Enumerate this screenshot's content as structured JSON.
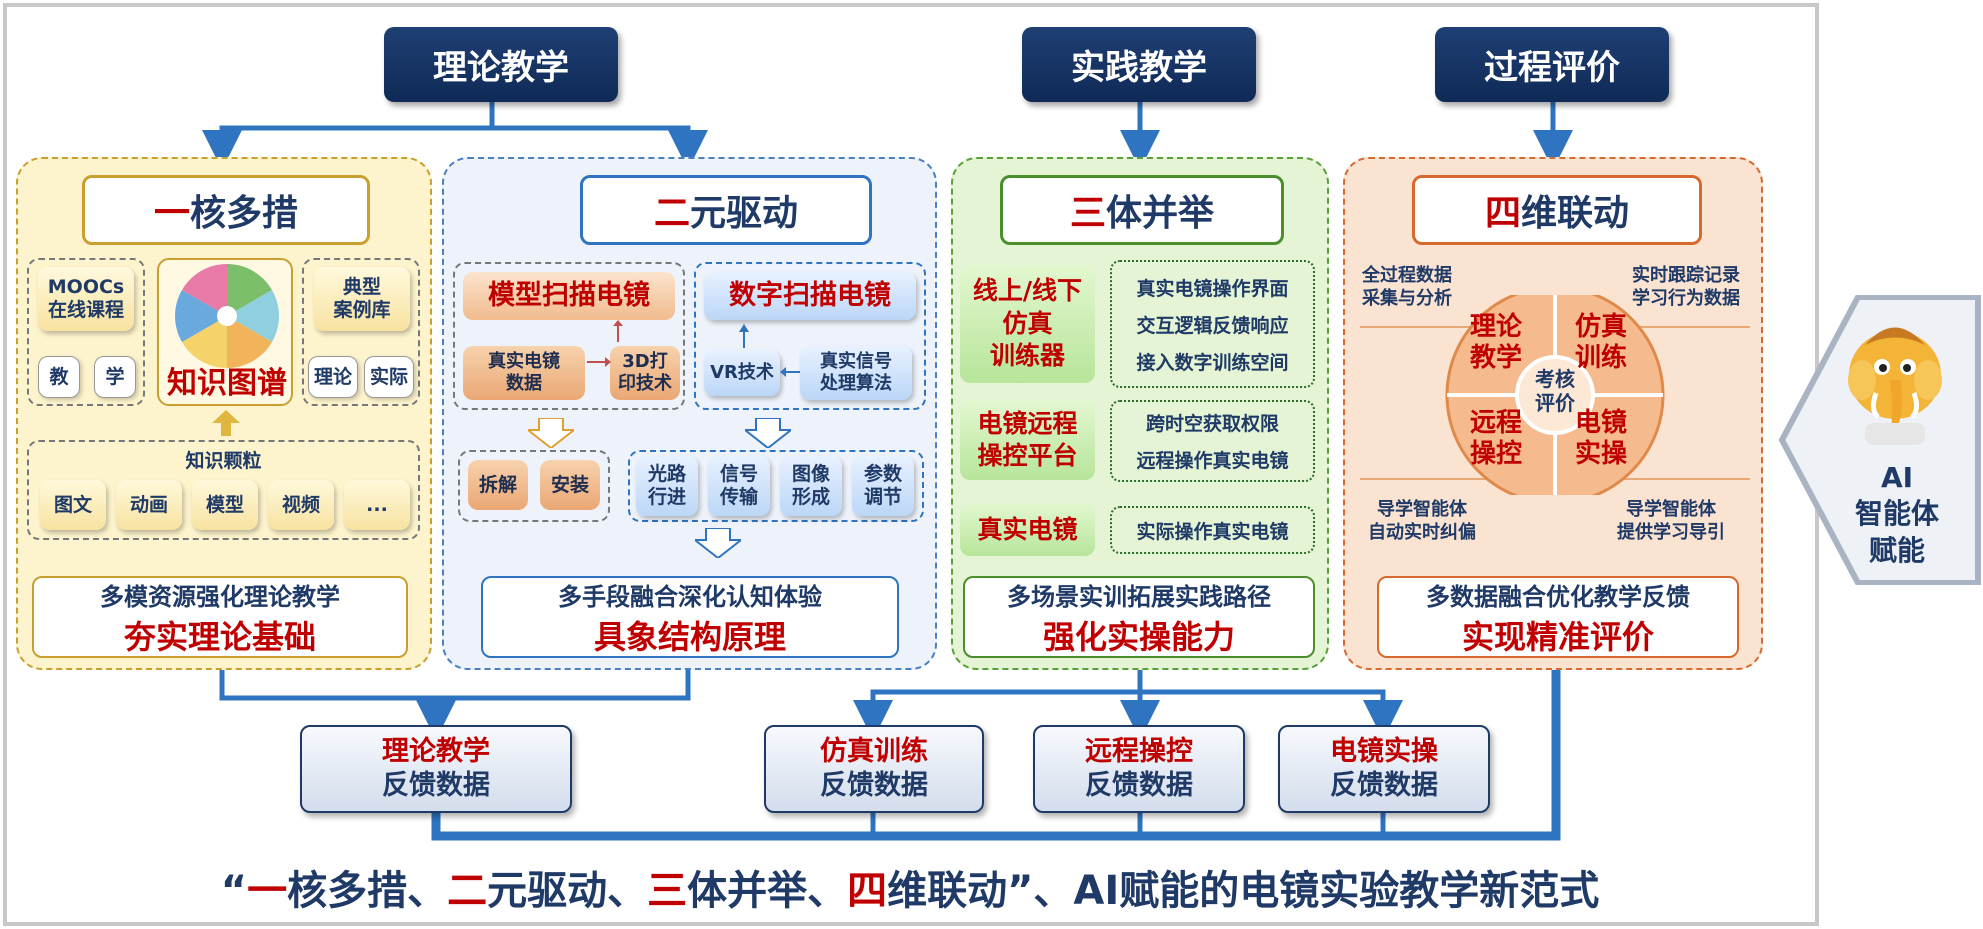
{
  "headers": {
    "theory": "理论教学",
    "practice": "实践教学",
    "evaluation": "过程评价"
  },
  "panel1": {
    "title_hl": "一",
    "title_rest": "核多措",
    "moocs": "MOOCs",
    "moocs2": "在线课程",
    "teach": "教",
    "learn": "学",
    "knowledge_graph": "知识图谱",
    "case1": "典型",
    "case2": "案例库",
    "theory": "理论",
    "actual": "实际",
    "particles_title": "知识颗粒",
    "particles": [
      "图文",
      "动画",
      "模型",
      "视频",
      "..."
    ],
    "summary_l1": "多模资源强化理论教学",
    "summary_l2": "夯实理论基础"
  },
  "panel2": {
    "title_hl": "二",
    "title_rest": "元驱动",
    "model_scan": "模型扫描电镜",
    "digital_scan": "数字扫描电镜",
    "real_data1": "真实电镜",
    "real_data2": "数据",
    "print1": "3D打",
    "print2": "印技术",
    "vr": "VR技术",
    "signal1": "真实信号",
    "signal2": "处理算法",
    "disassemble": "拆解",
    "install": "安装",
    "topics": [
      [
        "光路",
        "行进"
      ],
      [
        "信号",
        "传输"
      ],
      [
        "图像",
        "形成"
      ],
      [
        "参数",
        "调节"
      ]
    ],
    "summary_l1": "多手段融合深化认知体验",
    "summary_l2": "具象结构原理"
  },
  "panel3": {
    "title_hl": "三",
    "title_rest": "体并举",
    "sim1": "线上/线下",
    "sim2": "仿真",
    "sim3": "训练器",
    "sim_items": [
      "真实电镜操作界面",
      "交互逻辑反馈响应",
      "接入数字训练空间"
    ],
    "remote1": "电镜远程",
    "remote2": "操控平台",
    "remote_items": [
      "跨时空获取权限",
      "远程操作真实电镜"
    ],
    "real": "真实电镜",
    "real_items": [
      "实际操作真实电镜"
    ],
    "summary_l1": "多场景实训拓展实践路径",
    "summary_l2": "强化实操能力"
  },
  "panel4": {
    "title_hl": "四",
    "title_rest": "维联动",
    "note_tl1": "全过程数据",
    "note_tl2": "采集与分析",
    "note_tr1": "实时跟踪记录",
    "note_tr2": "学习行为数据",
    "note_bl1": "导学智能体",
    "note_bl2": "自动实时纠偏",
    "note_br1": "导学智能体",
    "note_br2": "提供学习导引",
    "q1": [
      "理论",
      "教学"
    ],
    "q2": [
      "仿真",
      "训练"
    ],
    "q3": [
      "远程",
      "操控"
    ],
    "q4": [
      "电镜",
      "实操"
    ],
    "center1": "考核",
    "center2": "评价",
    "summary_l1": "多数据融合优化教学反馈",
    "summary_l2": "实现精准评价"
  },
  "feedback": [
    {
      "r": "理论教学",
      "b": "反馈数据"
    },
    {
      "r": "仿真训练",
      "b": "反馈数据"
    },
    {
      "r": "远程操控",
      "b": "反馈数据"
    },
    {
      "r": "电镜实操",
      "b": "反馈数据"
    }
  ],
  "ai": {
    "l1": "AI",
    "l2": "智能体",
    "l3": "赋能"
  },
  "caption": {
    "q1": "“",
    "h1": "一",
    "t1": "核多措、",
    "h2": "二",
    "t2": "元驱动、",
    "h3": "三",
    "t3": "体并举、",
    "h4": "四",
    "t4": "维联动”、AI赋能的电镜实验教学新范式"
  },
  "colors": {
    "navy": "#1f3a66",
    "red": "#c00000",
    "blue_line": "#2e74c0",
    "yellow_panel": "#fdf3cc",
    "blue_panel": "#eef3fb",
    "green_panel": "#e4f4d5",
    "orange_panel": "#fbe3d2"
  }
}
